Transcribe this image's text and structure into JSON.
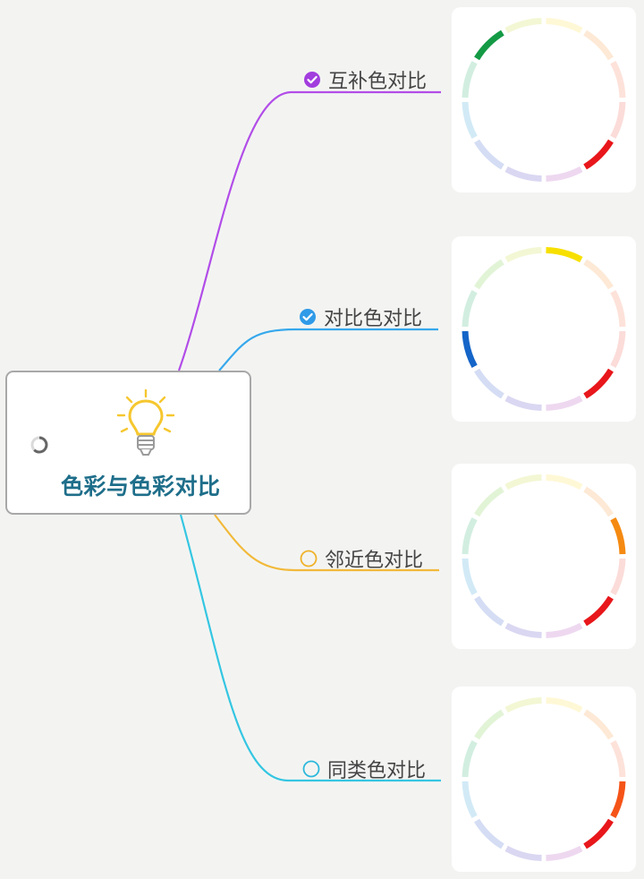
{
  "mindmap": {
    "root": {
      "title": "色彩与色彩对比",
      "icon": "lightbulb-icon",
      "status_icon": "progress-ring-icon"
    },
    "branches": [
      {
        "label": "互补色对比",
        "line_color": "#b24de8",
        "status": "checked",
        "status_color": "#a23dde",
        "highlights": [
          {
            "segment": 4,
            "color": "#e8171b"
          },
          {
            "segment": 10,
            "color": "#149a45"
          }
        ]
      },
      {
        "label": "对比色对比",
        "line_color": "#36a8ec",
        "status": "checked",
        "status_color": "#2f9ae8",
        "highlights": [
          {
            "segment": 4,
            "color": "#e8171b"
          },
          {
            "segment": 8,
            "color": "#1565c8"
          },
          {
            "segment": 0,
            "color": "#f7e000"
          }
        ]
      },
      {
        "label": "邻近色对比",
        "line_color": "#f2b93a",
        "status": "unchecked",
        "status_color": "#f0b22a",
        "highlights": [
          {
            "segment": 4,
            "color": "#e8171b"
          },
          {
            "segment": 2,
            "color": "#f58a12"
          }
        ]
      },
      {
        "label": "同类色对比",
        "line_color": "#34c6e2",
        "status": "unchecked",
        "status_color": "#2cb8dc",
        "highlights": [
          {
            "segment": 4,
            "color": "#e8171b"
          },
          {
            "segment": 3,
            "color": "#f55418"
          }
        ]
      }
    ],
    "color_wheel": {
      "base_colors": [
        "#fff8d6",
        "#fde9d5",
        "#fde2da",
        "#fbdcd9",
        "#fad3e5",
        "#eed8f0",
        "#dad7f2",
        "#d4ddf4",
        "#d2eaf6",
        "#d2eee0",
        "#e2f4d6",
        "#f3f7d4"
      ]
    }
  }
}
